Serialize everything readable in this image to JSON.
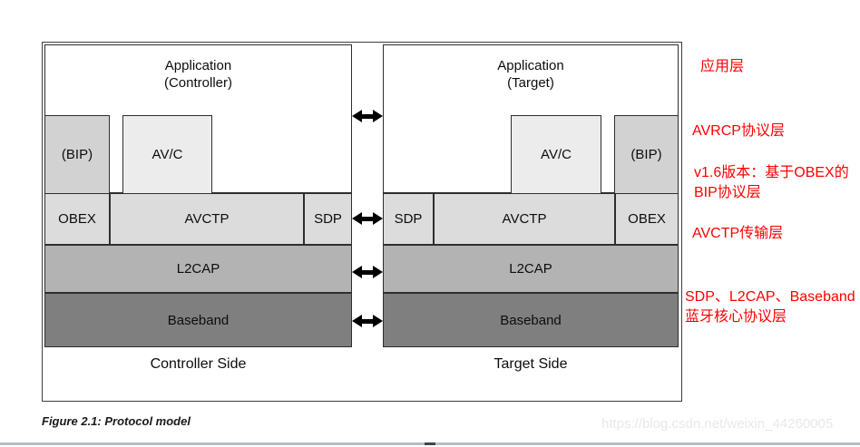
{
  "colors": {
    "annotation_red": "#ff0000",
    "app_box": "#ffffff",
    "bip_box": "#d2d2d2",
    "avc_box": "#ececec",
    "transport_row": "#dcdcdc",
    "l2cap_row": "#b3b3b3",
    "baseband_row": "#7f7f7f",
    "box_border": "#2e2e2e",
    "watermark_gray": "#e8e8ed",
    "divider_line": "#b7bdc2"
  },
  "diagram": {
    "controller": {
      "app_line1": "Application",
      "app_line2": "(Controller)",
      "bip_label": "(BIP)",
      "avc_label": "AV/C",
      "obex_label": "OBEX",
      "avctp_label": "AVCTP",
      "sdp_label": "SDP",
      "l2cap_label": "L2CAP",
      "baseband_label": "Baseband",
      "side_label": "Controller Side"
    },
    "target": {
      "app_line1": "Application",
      "app_line2": "(Target)",
      "sdp_label": "SDP",
      "avctp_label": "AVCTP",
      "obex_label": "OBEX",
      "avc_label": "AV/C",
      "bip_label": "(BIP)",
      "l2cap_label": "L2CAP",
      "baseband_label": "Baseband",
      "side_label": "Target Side"
    }
  },
  "annotations": {
    "application_layer": "应用层",
    "avrcp_layer": "AVRCP协议层",
    "bip_layer_line1": "v1.6版本：基于OBEX的",
    "bip_layer_line2": "BIP协议层",
    "avctp_layer": "AVCTP传输层",
    "core_layer_line1": "SDP、L2CAP、Baseband",
    "core_layer_line2": "蓝牙核心协议层"
  },
  "caption": "Figure 2.1: Protocol model",
  "watermark": "https://blog.csdn.net/weixin_44260005"
}
